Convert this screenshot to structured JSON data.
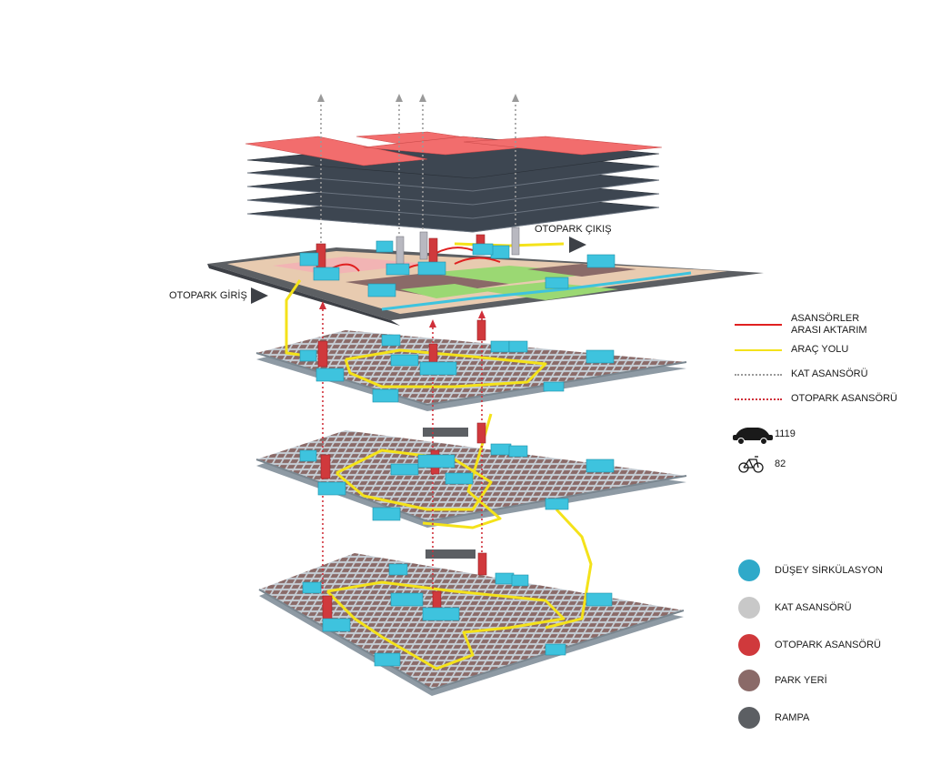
{
  "labels": {
    "entrance": "OTOPARK GİRİŞ",
    "exit": "OTOPARK ÇIKIŞ"
  },
  "line_legend": [
    {
      "line1": "ASANSÖRLER",
      "line2": "ARASI AKTARIM",
      "color": "#e02020",
      "style": "solid"
    },
    {
      "line1": "ARAÇ YOLU",
      "line2": "",
      "color": "#f4e21a",
      "style": "solid"
    },
    {
      "line1": "KAT ASANSÖRÜ",
      "line2": "",
      "color": "#9a9a9a",
      "style": "dotted"
    },
    {
      "line1": "OTOPARK ASANSÖRÜ",
      "line2": "",
      "color": "#d0303a",
      "style": "dotted"
    }
  ],
  "counts": {
    "cars": "1119",
    "bikes": "82"
  },
  "color_legend": [
    {
      "label": "DÜŞEY SİRKÜLASYON",
      "color": "#2fa9c9"
    },
    {
      "label": "KAT ASANSÖRÜ",
      "color": "#c8c8c8"
    },
    {
      "label": "OTOPARK ASANSÖRÜ",
      "color": "#d0393c"
    },
    {
      "label": "PARK YERİ",
      "color": "#8a6a68"
    },
    {
      "label": "RAMPA",
      "color": "#5c5f63"
    }
  ],
  "colors": {
    "roof": "#f26d6d",
    "floor_slab": "#c6cfd6",
    "floor_edge": "#8e9aa4",
    "parking": "#8a6a68",
    "core": "#3ec3de",
    "ramp": "#5c5f63",
    "road": "#f4e21a",
    "ground_grass": "#9bd873",
    "ground_sand": "#e8cbb0"
  }
}
